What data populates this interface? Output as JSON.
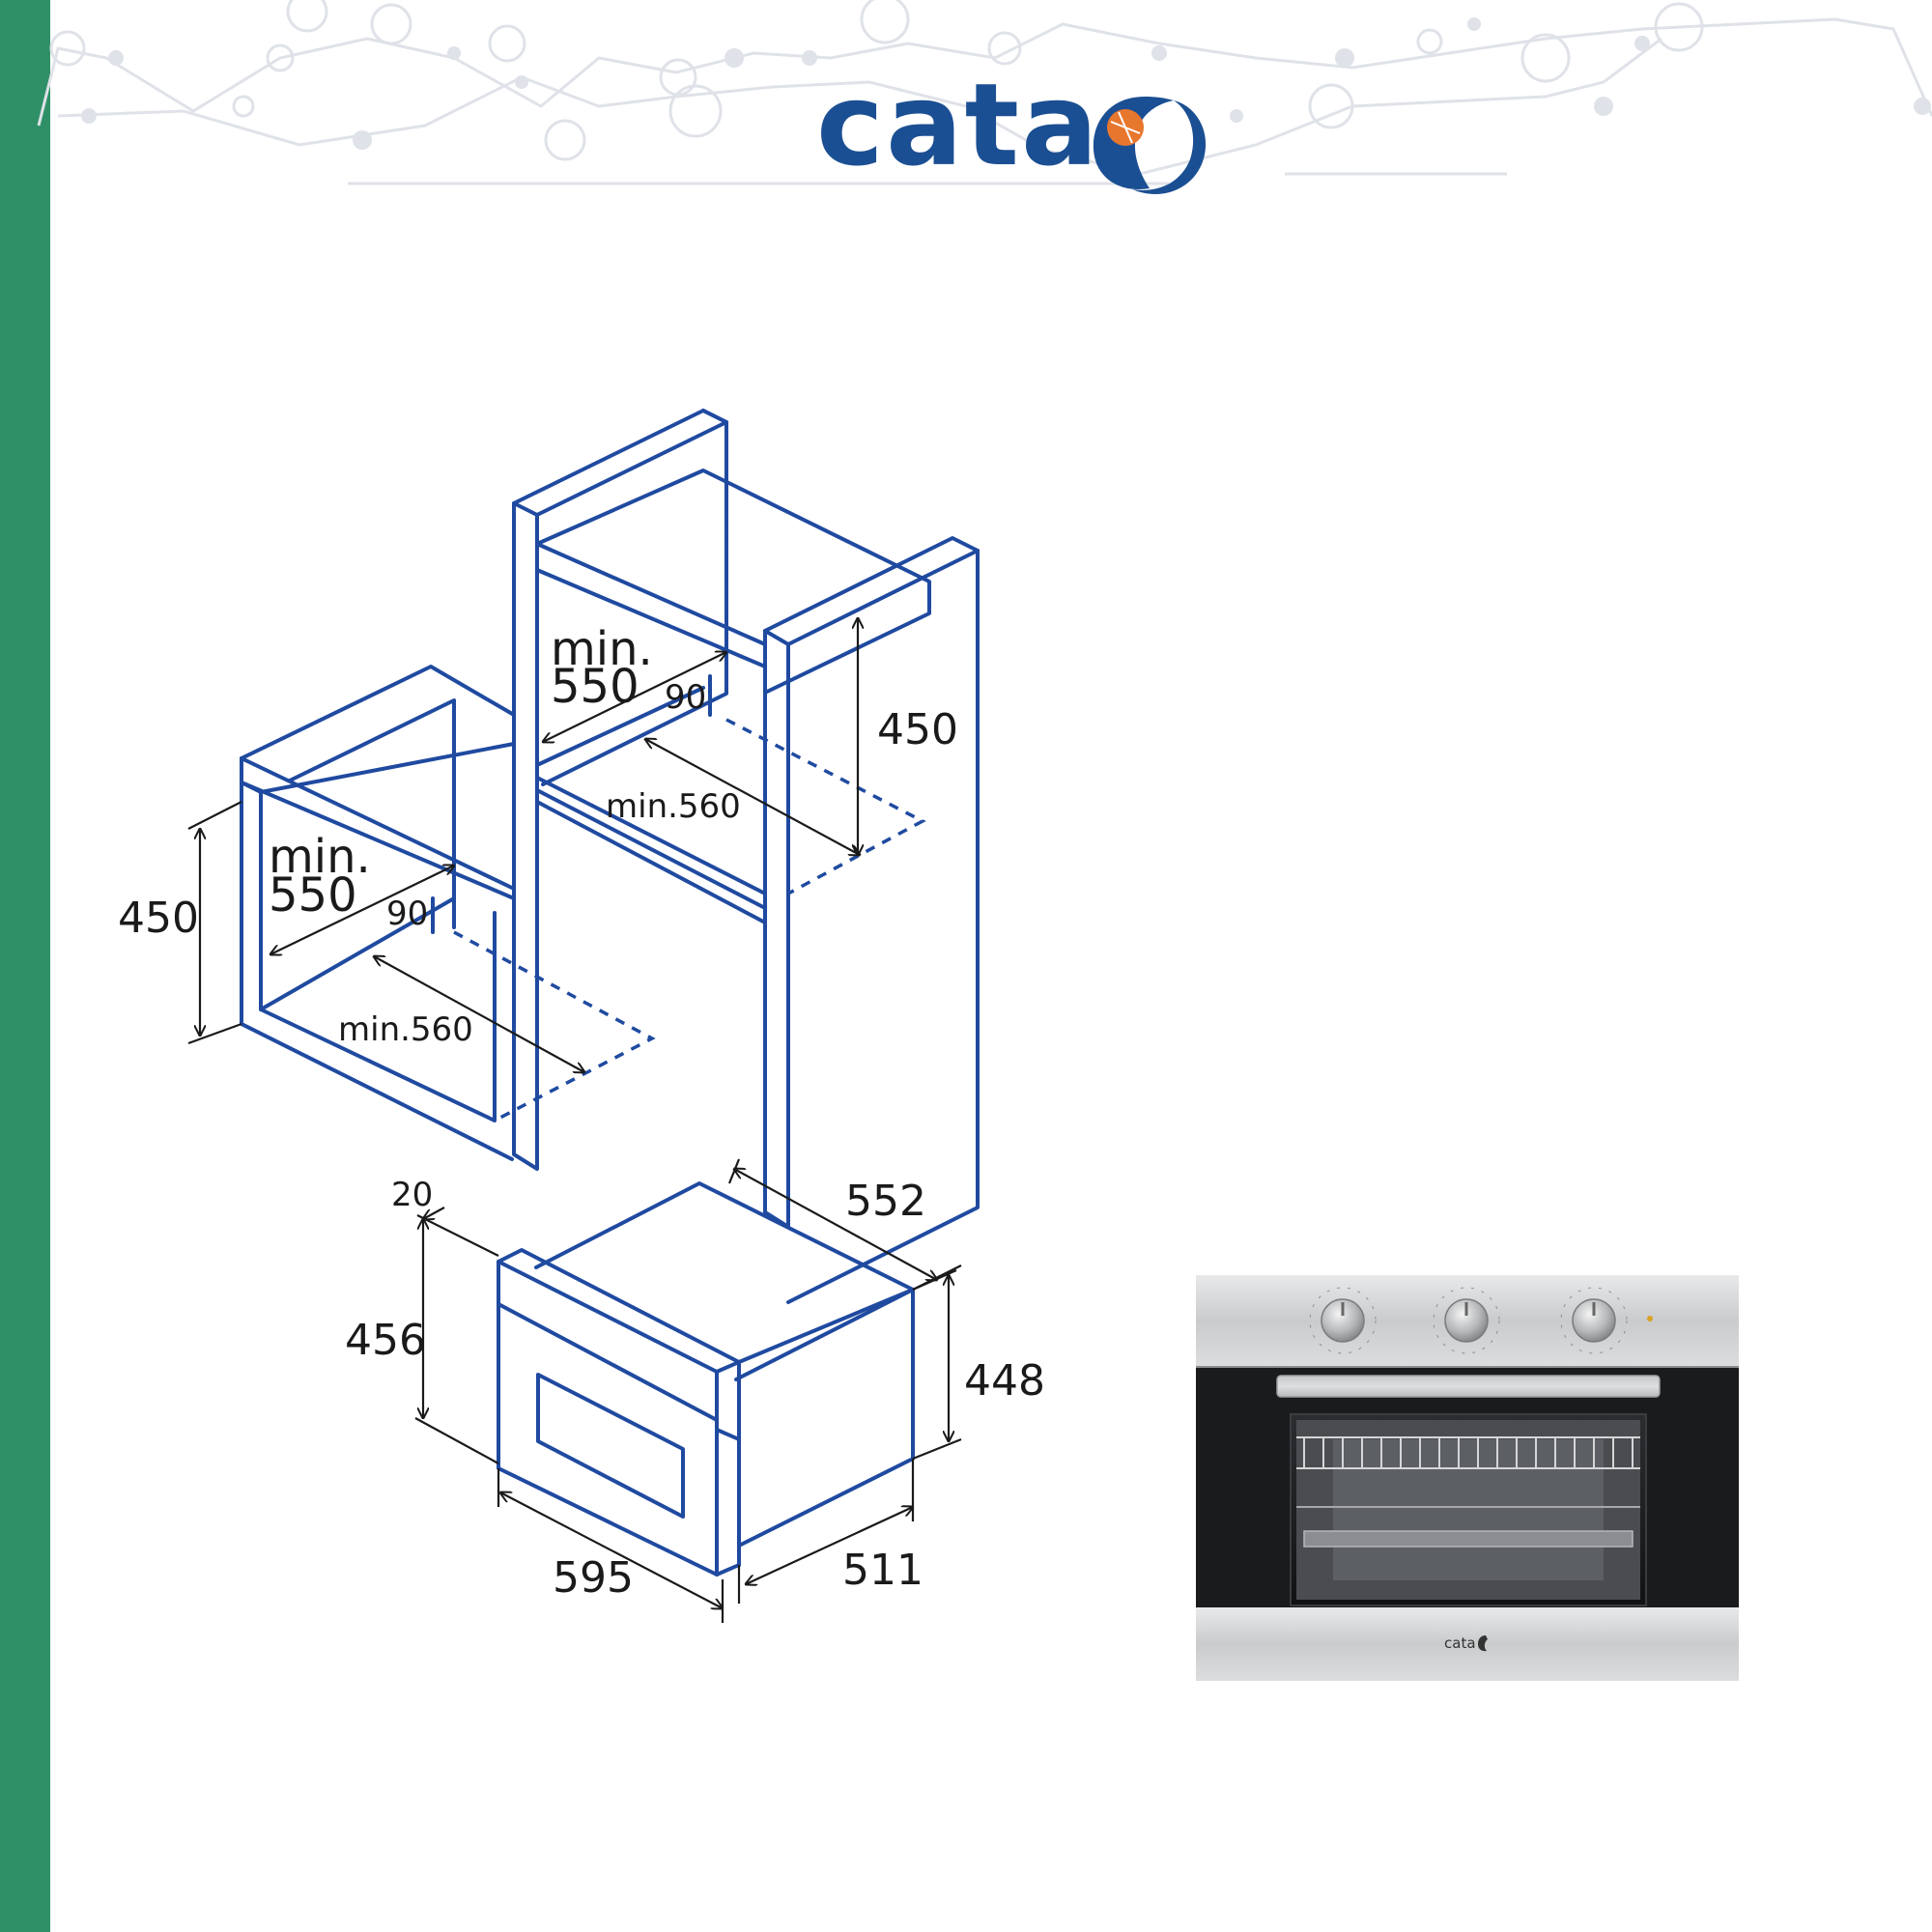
{
  "brand": {
    "name": "cata",
    "accent_color": "#1b4f93",
    "logo_mark_color": "#e8772e",
    "side_bar_color": "#2f9067"
  },
  "upper_cabinet": {
    "depth_label": "min.\n550",
    "depth_line1": "min.",
    "depth_line2": "550",
    "gap_label": "90",
    "width_label": "min.560",
    "height_label": "450"
  },
  "lower_cabinet": {
    "depth_line1": "min.",
    "depth_line2": "550",
    "gap_label": "90",
    "width_label": "min.560",
    "height_label": "450"
  },
  "oven_dimensions": {
    "frame_thickness": "20",
    "front_height": "456",
    "body_height": "448",
    "front_width": "595",
    "body_depth": "511",
    "total_depth": "552"
  },
  "product_photo": {
    "brand_label": "cata"
  }
}
